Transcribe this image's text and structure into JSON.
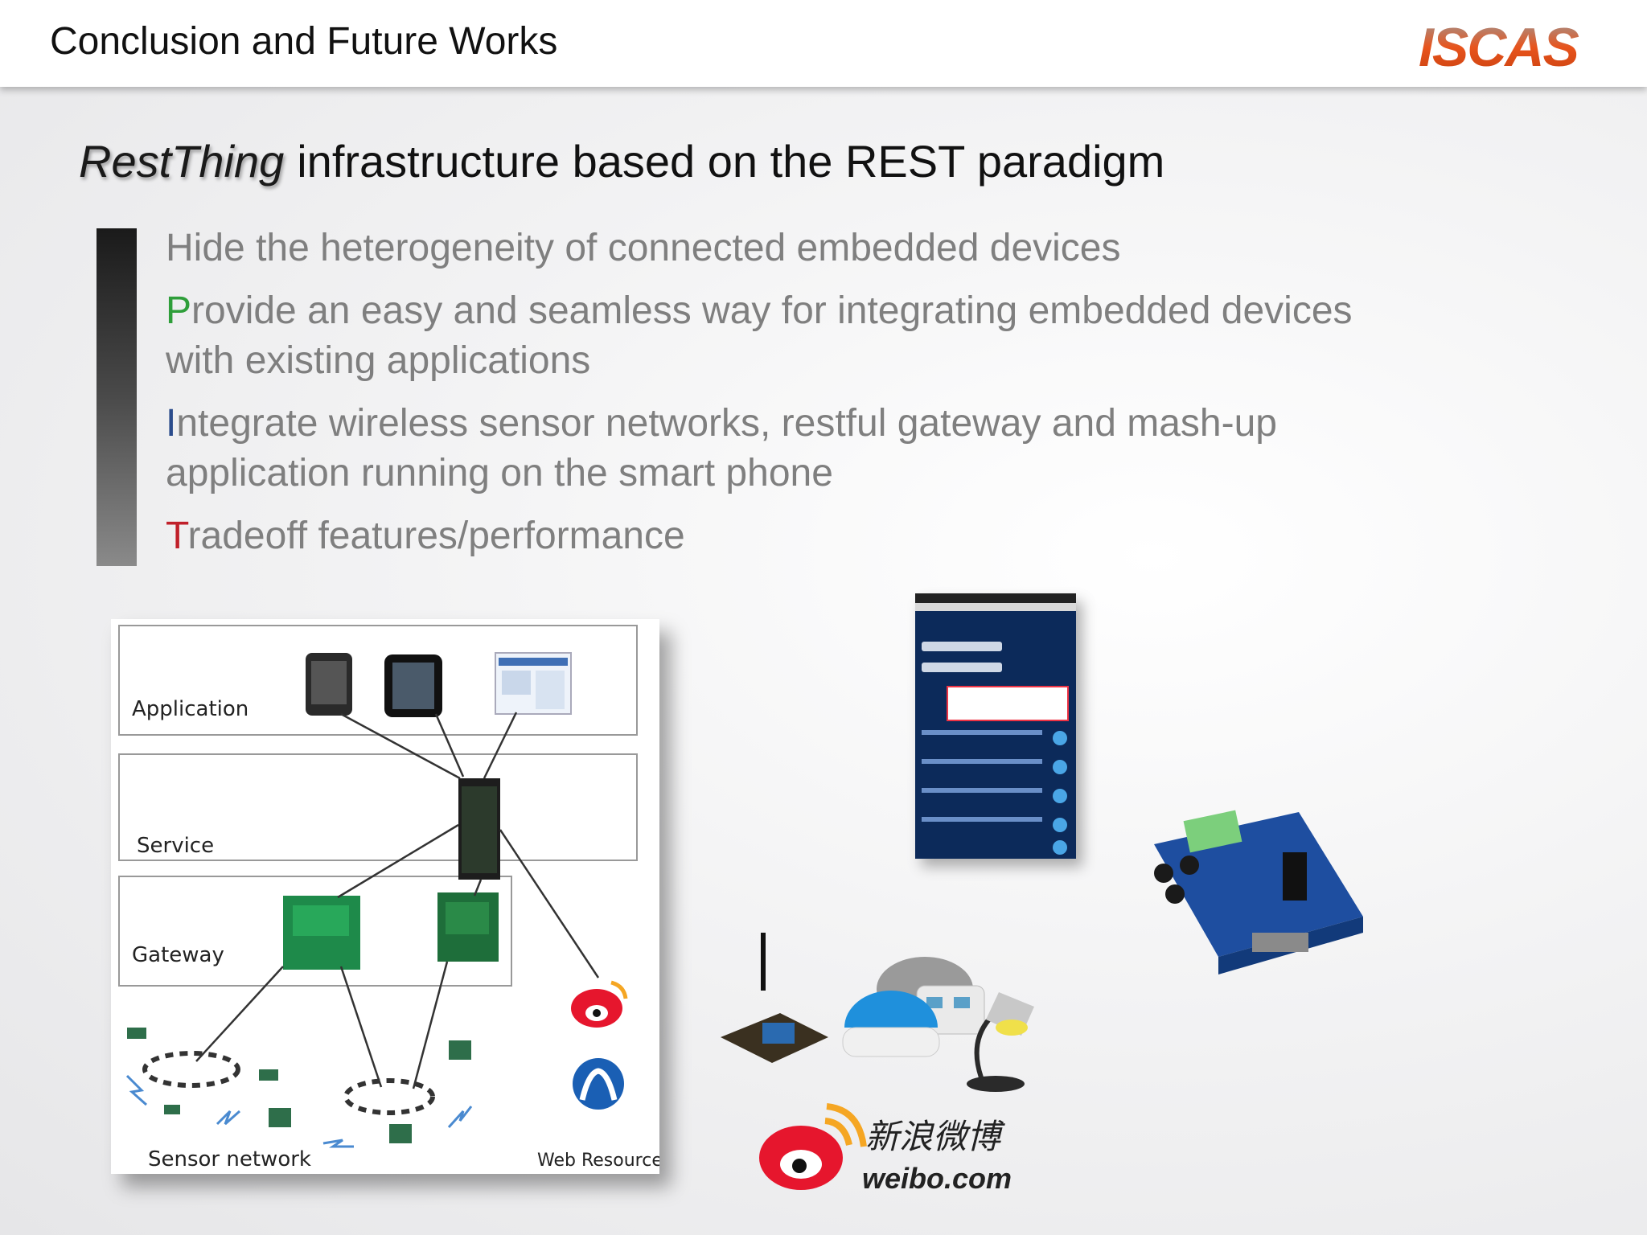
{
  "header": {
    "title": "Conclusion and Future Works",
    "logo_text": "ISCAS"
  },
  "subtitle": {
    "emphasis": "RestThing",
    "rest": "infrastructure based on the REST paradigm"
  },
  "bullets": [
    {
      "initial": "H",
      "rest": "ide the heterogeneity of connected embedded devices",
      "initial_color": "#7f7f7f"
    },
    {
      "initial": "P",
      "rest": "rovide an easy and seamless way for integrating embedded devices with existing applications",
      "initial_color": "#2e9e3a"
    },
    {
      "initial": "I",
      "rest": "ntegrate wireless sensor networks, restful gateway and mash-up application running on the smart phone",
      "initial_color": "#2b4c8c"
    },
    {
      "initial": "T",
      "rest": "radeoff features/performance",
      "initial_color": "#c0202a"
    }
  ],
  "diagram": {
    "layer_application": "Application",
    "layer_service": "Service",
    "layer_gateway": "Gateway",
    "label_sensor_network": "Sensor network",
    "label_web_resource": "Web Resource"
  },
  "weibo": {
    "chinese": "新浪微博",
    "domain": "weibo.com"
  },
  "colors": {
    "accent_red": "#c0202a",
    "accent_green": "#2e9e3a",
    "accent_blue": "#2b4c8c",
    "logo_orange": "#e8541c"
  }
}
